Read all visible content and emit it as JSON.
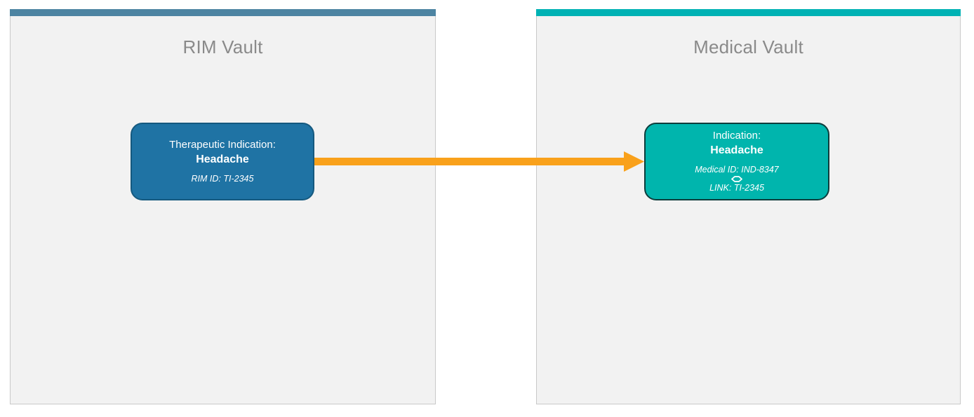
{
  "diagram": {
    "type": "vault-link-diagram",
    "panels": {
      "rim": {
        "title": "RIM Vault",
        "accent_color": "#4d84a2",
        "card": {
          "label": "Therapeutic Indication:",
          "value": "Headache",
          "record_id": "RIM ID: TI-2345",
          "fill_color": "#1f73a4",
          "border_color": "#15597f"
        }
      },
      "medical": {
        "title": "Medical Vault",
        "accent_color": "#00b2b4",
        "card": {
          "label": "Indication:",
          "value": "Headache",
          "record_id": "Medical ID: IND-8347",
          "link_id": "LINK: TI-2345",
          "link_icon": "diamond-link-icon",
          "fill_color": "#00b5ad",
          "border_color": "#0d3d3c"
        }
      }
    },
    "connector": {
      "type": "arrow",
      "direction": "left-to-right",
      "from": "rim-indication-card",
      "to": "medical-indication-card",
      "color": "#f9a11b"
    },
    "canvas": {
      "background": "#ffffff",
      "panel_background": "#f2f2f2",
      "panel_border": "#c9c9c9",
      "title_text_color": "#8a8a8a"
    }
  }
}
